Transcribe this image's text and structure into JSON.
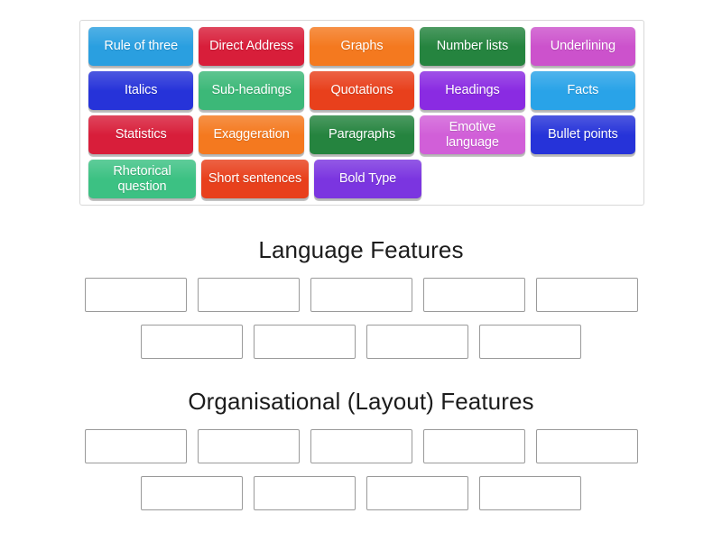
{
  "activity": {
    "type": "group-sort",
    "tile_bank": {
      "name": "tile-bank",
      "rows": [
        [
          {
            "label": "Rule of three",
            "color": "#2a9fe0"
          },
          {
            "label": "Direct Address",
            "color": "#d81e3a",
            "lines": 2
          },
          {
            "label": "Graphs",
            "color": "#f4791f"
          },
          {
            "label": "Number lists",
            "color": "#25843f"
          },
          {
            "label": "Underlining",
            "color": "#cc52cc"
          }
        ],
        [
          {
            "label": "Italics",
            "color": "#2633d9"
          },
          {
            "label": "Sub-headings",
            "color": "#3cb878"
          },
          {
            "label": "Quotations",
            "color": "#e8401c"
          },
          {
            "label": "Headings",
            "color": "#8a2be2"
          },
          {
            "label": "Facts",
            "color": "#29a3e8"
          }
        ],
        [
          {
            "label": "Statistics",
            "color": "#d81e3a"
          },
          {
            "label": "Exaggeration",
            "color": "#f4791f"
          },
          {
            "label": "Paragraphs",
            "color": "#25843f"
          },
          {
            "label": "Emotive language",
            "color": "#d15fd8",
            "lines": 2
          },
          {
            "label": "Bullet points",
            "color": "#2633d9"
          }
        ],
        [
          {
            "label": "Rhetorical question",
            "color": "#3cc183",
            "lines": 2
          },
          {
            "label": "Short sentences",
            "color": "#e8401c",
            "lines": 2
          },
          {
            "label": "Bold Type",
            "color": "#7b35e0"
          }
        ]
      ]
    },
    "categories": [
      {
        "id": "language",
        "title": "Language Features",
        "zone_rows": [
          [
            "",
            "",
            "",
            "",
            ""
          ],
          [
            "",
            "",
            "",
            ""
          ]
        ]
      },
      {
        "id": "layout",
        "title": "Organisational (Layout) Features",
        "zone_rows": [
          [
            "",
            "",
            "",
            "",
            ""
          ],
          [
            "",
            "",
            "",
            ""
          ]
        ]
      }
    ]
  },
  "colors": {
    "page_background": "#ffffff",
    "bank_border": "#d8d8d8",
    "zone_border": "#9a9a9a",
    "title_text": "#1c1c1c",
    "tile_text": "#ffffff"
  }
}
